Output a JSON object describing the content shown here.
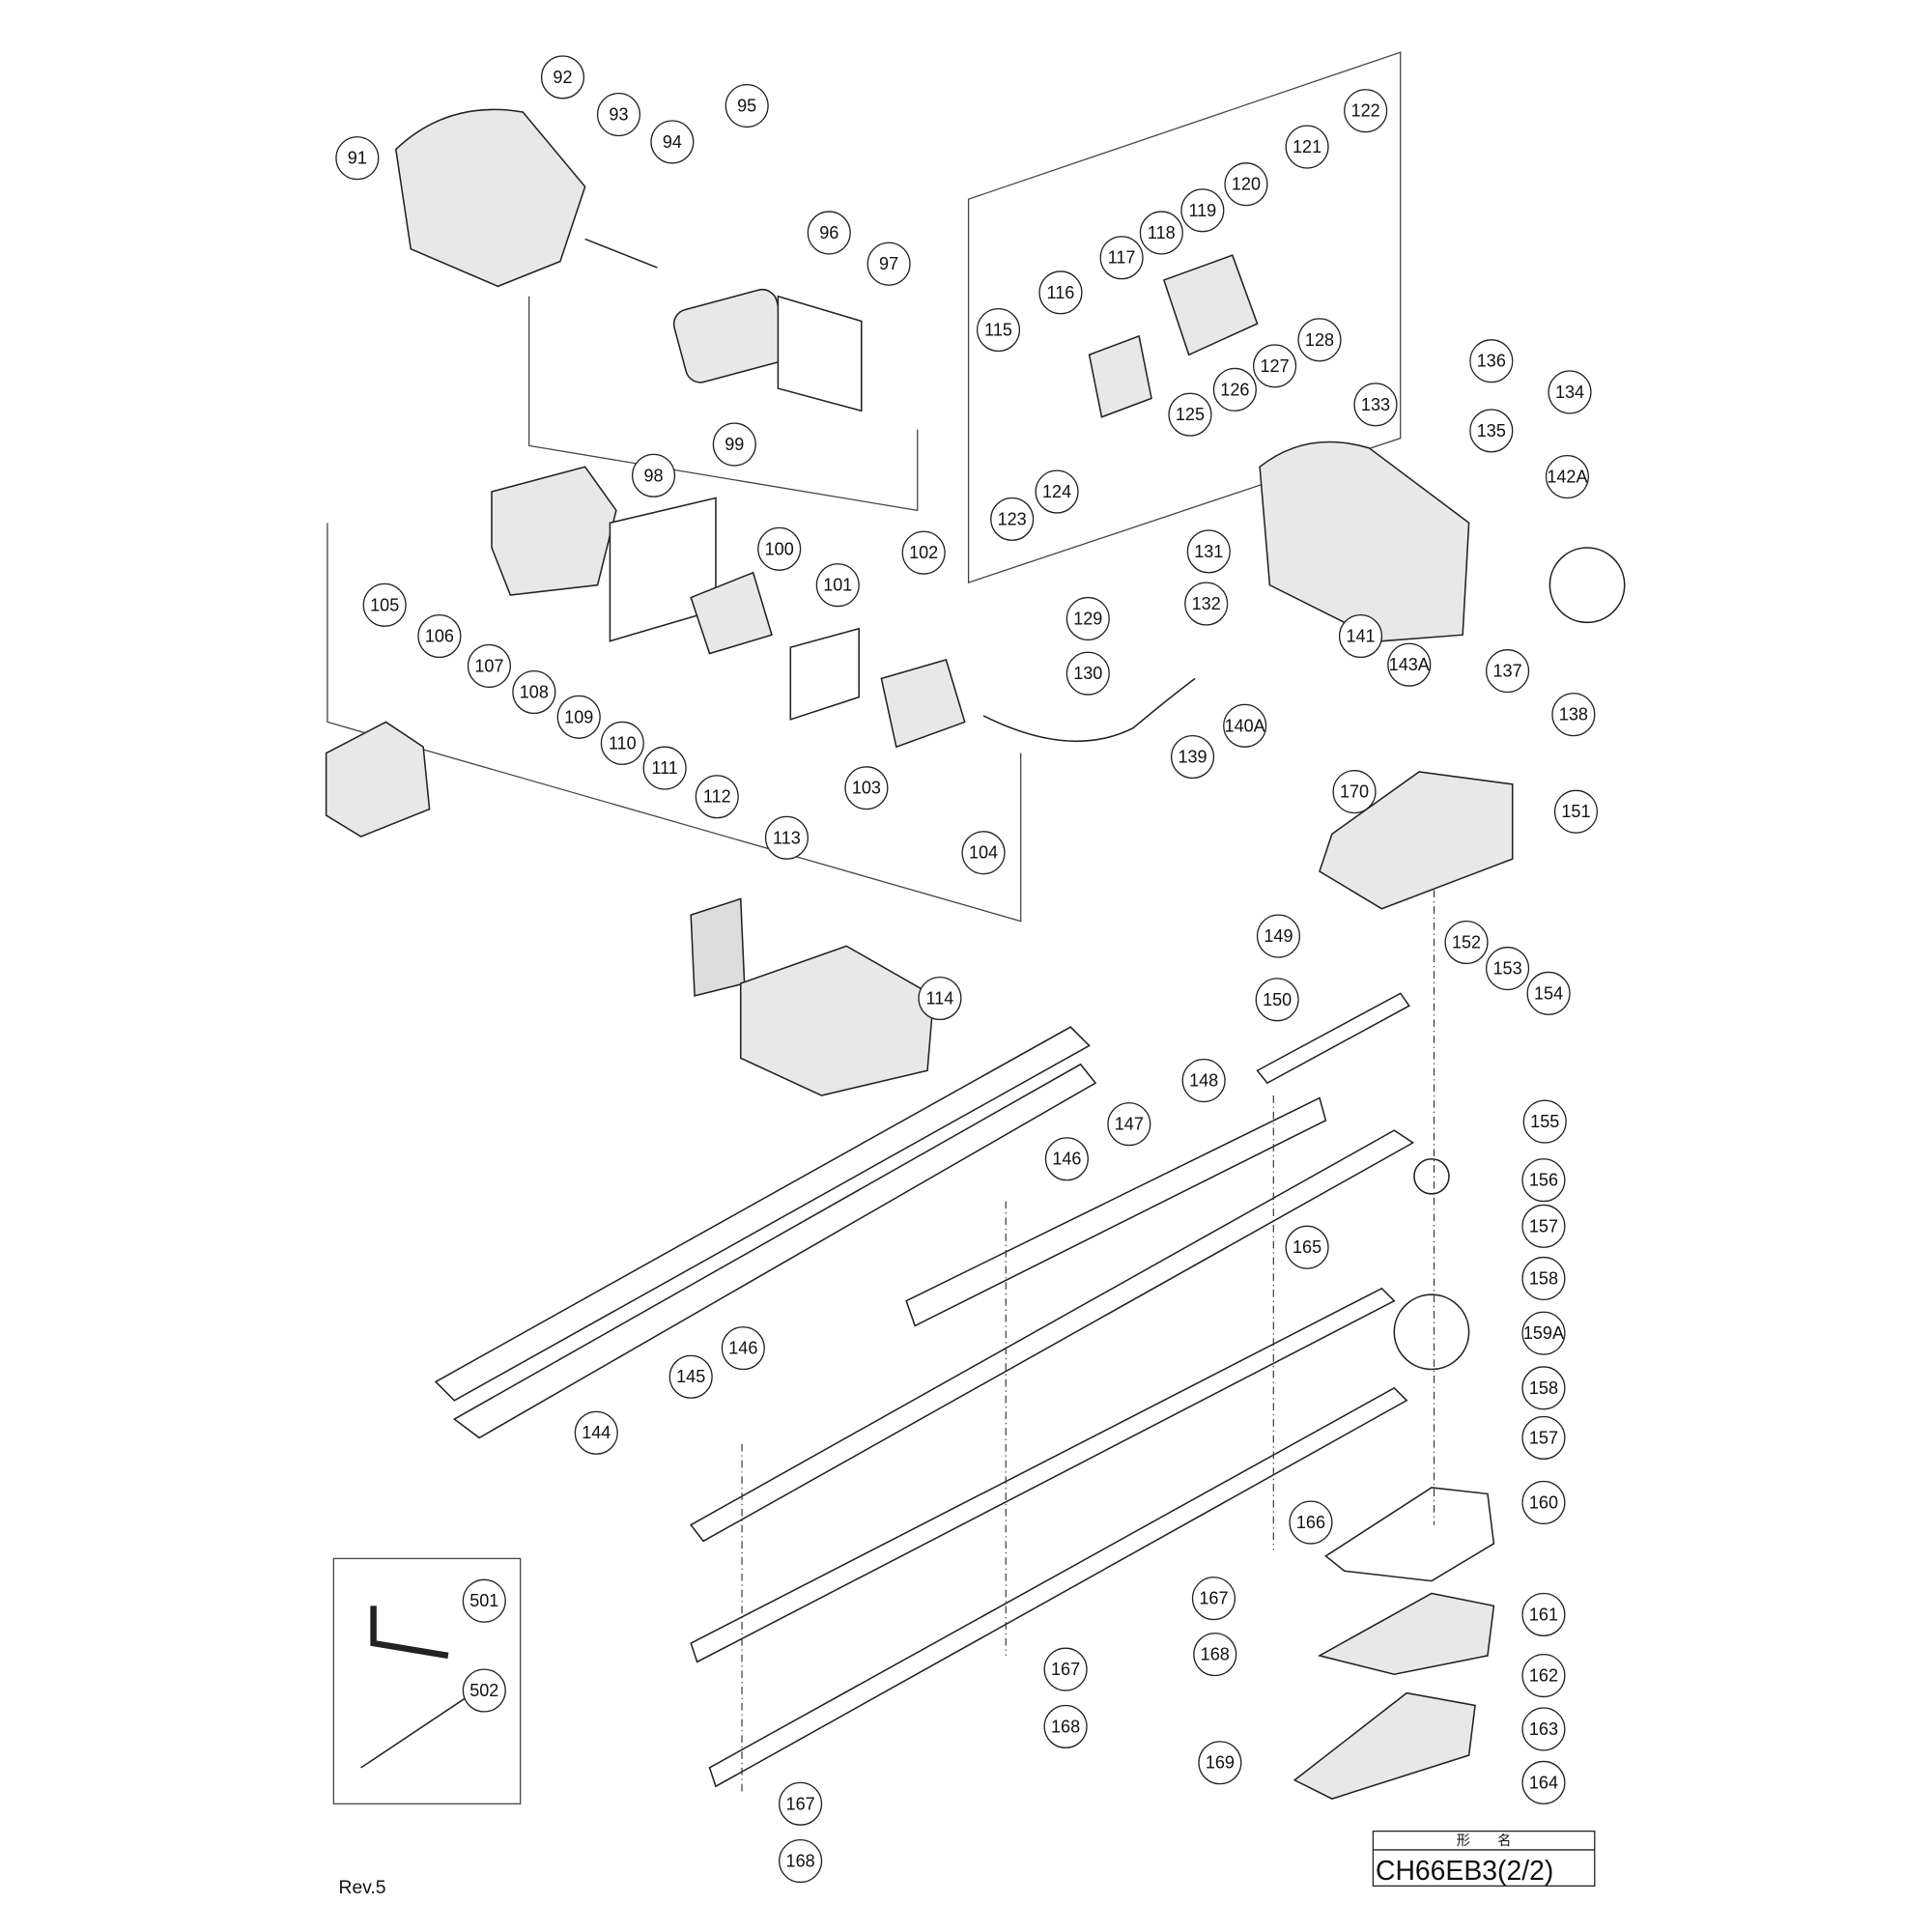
{
  "model_box": {
    "header": "形　　名",
    "model": "CH66EB3(2/2)"
  },
  "revision": "Rev.5",
  "callouts": [
    "91",
    "92",
    "93",
    "94",
    "95",
    "96",
    "97",
    "98",
    "99",
    "100",
    "101",
    "102",
    "103",
    "104",
    "105",
    "106",
    "107",
    "108",
    "109",
    "110",
    "111",
    "112",
    "113",
    "114",
    "115",
    "116",
    "117",
    "118",
    "119",
    "120",
    "121",
    "122",
    "123",
    "124",
    "125",
    "126",
    "127",
    "128",
    "129",
    "130",
    "131",
    "132",
    "133",
    "134",
    "135",
    "136",
    "137",
    "138",
    "139",
    "140A",
    "141",
    "142A",
    "143A",
    "144",
    "145",
    "146",
    "146",
    "147",
    "148",
    "149",
    "150",
    "151",
    "152",
    "153",
    "154",
    "155",
    "156",
    "157",
    "158",
    "159A",
    "158",
    "157",
    "160",
    "161",
    "162",
    "163",
    "164",
    "165",
    "166",
    "167",
    "168",
    "167",
    "168",
    "167",
    "168",
    "169",
    "170",
    "501",
    "502"
  ]
}
